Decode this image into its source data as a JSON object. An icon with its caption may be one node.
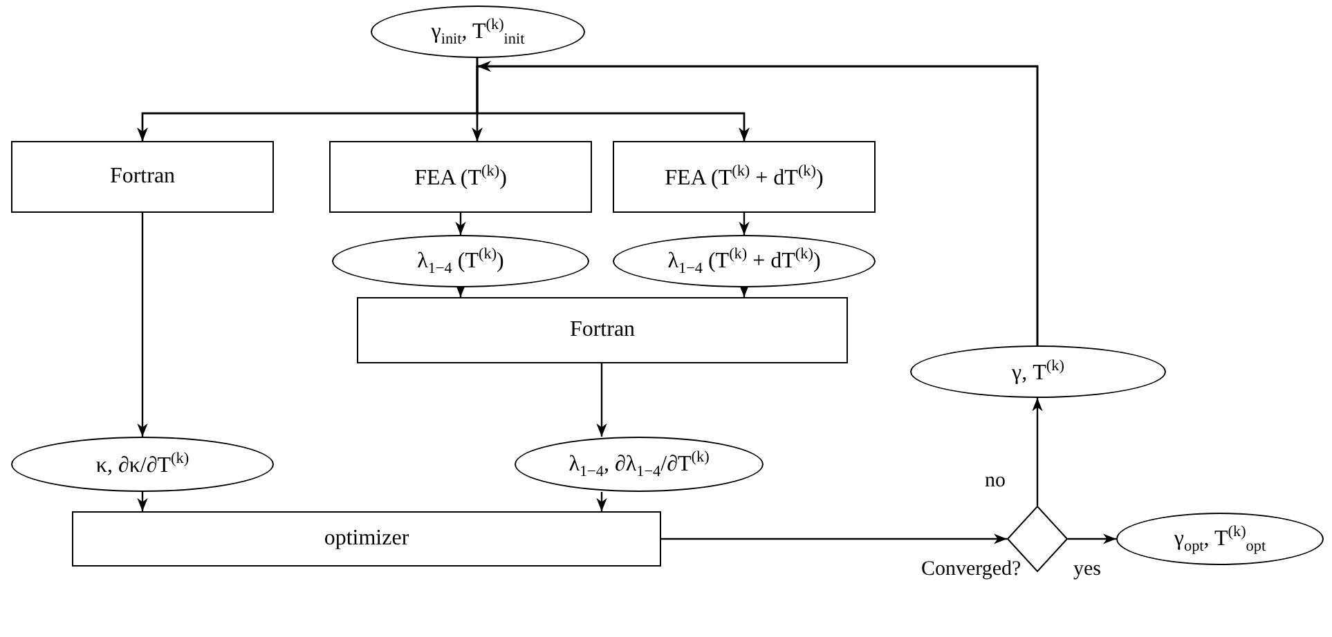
{
  "diagram": {
    "nodes": [
      {
        "text": [
          "γ$_{init}$, T$^{(k)}$$_{init}$"
        ]
      },
      {
        "text": [
          "Fortran"
        ]
      },
      {
        "text": [
          "FEA (T$^{(k)}$)"
        ]
      },
      {
        "text": [
          "FEA (T$^{(k)}$ + dT$^{(k)}$)"
        ]
      },
      {
        "text": [
          "λ$_{1−4}$ (T$^{(k)}$)"
        ]
      },
      {
        "text": [
          "λ$_{1−4}$ (T$^{(k)}$ + dT$^{(k)}$)"
        ]
      },
      {
        "text": [
          "Fortran"
        ]
      },
      {
        "text": [
          "κ, ∂κ/∂T$^{(k)}$"
        ]
      },
      {
        "text": [
          "λ$_{1−4}$, ∂λ$_{1−4}$/∂T$^{(k)}$"
        ]
      },
      {
        "text": [
          "optimizer"
        ]
      },
      {
        "text": [],
        "shape": "diamond",
        "beside": [
          "Converged?"
        ]
      },
      {
        "text": [
          "γ, T$^{(k)}$"
        ]
      },
      {
        "text": [
          "γ$_{opt}$, T$^{(k)}$$_{opt}$"
        ]
      }
    ],
    "edges": [
      {
        "from": 0,
        "to": 1,
        "arrow": "to"
      },
      {
        "from": 0,
        "to": 2,
        "arrow": "to"
      },
      {
        "from": 0,
        "to": 3,
        "arrow": "to"
      },
      {
        "from": 11,
        "to": 1,
        "arrow": "to"
      },
      {
        "from": 11,
        "to": 2,
        "arrow": "to"
      },
      {
        "from": 11,
        "to": 3,
        "arrow": "to"
      },
      {
        "from": 2,
        "to": 4,
        "arrow": "to"
      },
      {
        "from": 3,
        "to": 5,
        "arrow": "to"
      },
      {
        "from": 4,
        "to": 6,
        "arrow": "to"
      },
      {
        "from": 5,
        "to": 6,
        "arrow": "to"
      },
      {
        "from": 1,
        "to": 7,
        "arrow": "to"
      },
      {
        "from": 6,
        "to": 8,
        "arrow": "to"
      },
      {
        "from": 7,
        "to": 9,
        "arrow": "to"
      },
      {
        "from": 8,
        "to": 9,
        "arrow": "to"
      },
      {
        "from": 9,
        "to": 10,
        "arrow": "to"
      },
      {
        "from": 10,
        "to": 11,
        "arrow": "to",
        "label": "no"
      },
      {
        "from": 10,
        "to": 12,
        "arrow": "to",
        "label": "yes"
      }
    ]
  }
}
